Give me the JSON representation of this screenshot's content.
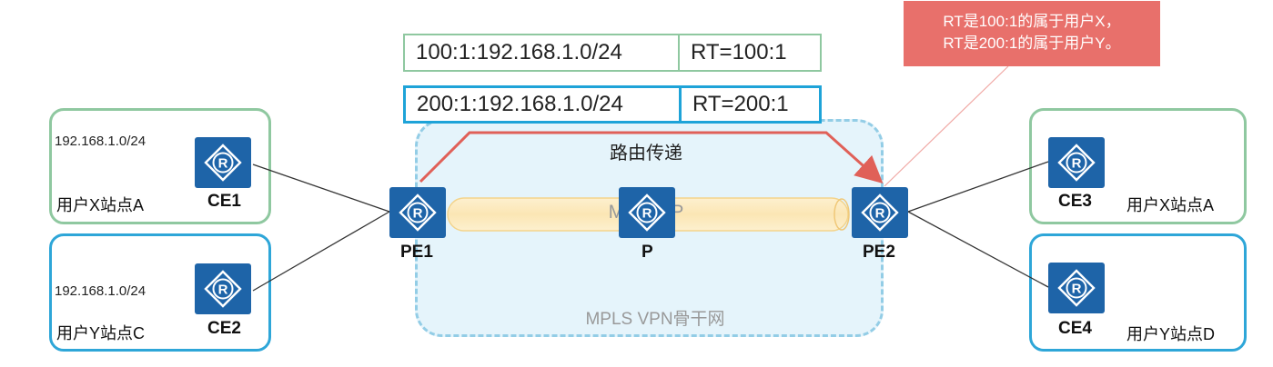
{
  "title_fragment": "",
  "route_entries": [
    {
      "rd_prefix": "100:1:192.168.1.0/24",
      "rt": "RT=100:1",
      "color": "#8fc8a0"
    },
    {
      "rd_prefix": "200:1:192.168.1.0/24",
      "rt": "RT=200:1",
      "color": "#1ea3d8"
    }
  ],
  "callout": {
    "line1": "RT是100:1的属于用户X，",
    "line2": "RT是200:1的属于用户Y。",
    "color": "#e8706b"
  },
  "backbone": {
    "label": "MPLS VPN骨干网",
    "route_label": "路由传递",
    "session_label": "MP-BGP"
  },
  "devices": {
    "ce1": "CE1",
    "ce2": "CE2",
    "ce3": "CE3",
    "ce4": "CE4",
    "pe1": "PE1",
    "pe2": "PE2",
    "p": "P",
    "icon": "router-icon",
    "color": "#1e64a8"
  },
  "sites": {
    "a_left": {
      "ip": "192.168.1.0/24",
      "name": "用户X站点A"
    },
    "c_left": {
      "ip": "192.168.1.0/24",
      "name": "用户Y站点C"
    },
    "a_right": {
      "name": "用户X站点A"
    },
    "d_right": {
      "name": "用户Y站点D"
    }
  },
  "colors": {
    "user_x": "#8fc8a0",
    "user_y": "#2ea6d8",
    "route_arrow": "#e06058",
    "backbone_fill": "#e5f4fb"
  }
}
